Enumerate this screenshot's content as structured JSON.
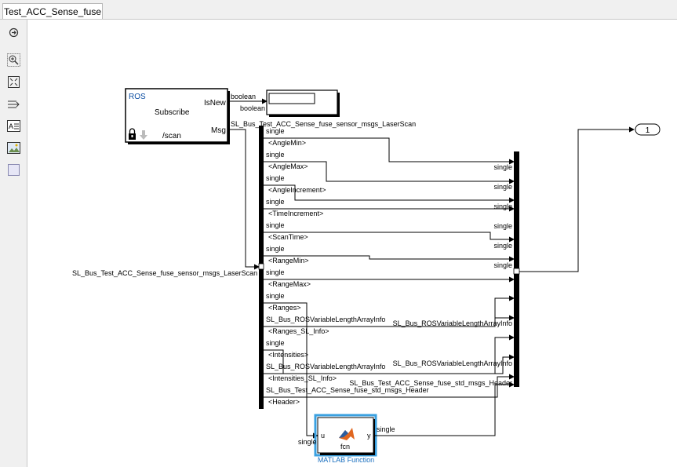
{
  "tab": {
    "label": "Test_ACC_Sense_fuse"
  },
  "toolbar": [
    {
      "icon": "navigate-icon"
    },
    {
      "icon": "zoom-in-icon"
    },
    {
      "icon": "fit-view-icon"
    },
    {
      "icon": "signal-routing-icon"
    },
    {
      "icon": "text-annotation-icon"
    },
    {
      "icon": "image-annotation-icon"
    },
    {
      "icon": "area-icon"
    }
  ],
  "subscribe": {
    "ros": "ROS",
    "title": "Subscribe",
    "isnew": "IsNew",
    "msg": "Msg",
    "topic": "/scan"
  },
  "labels": {
    "boolean_top": "boolean",
    "boolean_bottom": "boolean",
    "bus_top": "SL_Bus_Test_ACC_Sense_fuse_sensor_msgs_LaserScan",
    "bus_left": "SL_Bus_Test_ACC_Sense_fuse_sensor_msgs_LaserScan",
    "single_out": "single",
    "single_in": "single"
  },
  "selector": [
    {
      "type": "single",
      "field": "<AngleMin>"
    },
    {
      "type": "single",
      "field": "<AngleMax>"
    },
    {
      "type": "single",
      "field": "<AngleIncrement>"
    },
    {
      "type": "single",
      "field": "<TimeIncrement>"
    },
    {
      "type": "single",
      "field": "<ScanTime>"
    },
    {
      "type": "single",
      "field": "<RangeMin>"
    },
    {
      "type": "single",
      "field": "<RangeMax>"
    },
    {
      "type": "single",
      "field": "<Ranges>"
    },
    {
      "type": "SL_Bus_ROSVariableLengthArrayInfo",
      "field": "<Ranges_SL_Info>"
    },
    {
      "type": "single",
      "field": "<Intensities>"
    },
    {
      "type": "SL_Bus_ROSVariableLengthArrayInfo",
      "field": "<Intensities_SL_Info>"
    },
    {
      "type": "SL_Bus_Test_ACC_Sense_fuse_std_msgs_Header",
      "field": "<Header>"
    }
  ],
  "creator_labels": [
    "single",
    "single",
    "single",
    "single",
    "single",
    "single",
    "SL_Bus_ROSVariableLengthArrayInfo",
    "SL_Bus_ROSVariableLengthArrayInfo",
    "SL_Bus_Test_ACC_Sense_fuse_std_msgs_Header"
  ],
  "matlab": {
    "u": "u",
    "y": "y",
    "fcn": "fcn",
    "caption": "MATLAB Function"
  },
  "outport": {
    "number": "1"
  },
  "colors": {
    "accent": "#3aa0e0",
    "caption": "#1a6fbf",
    "ros": "#0b4da2",
    "line": "#000000"
  }
}
